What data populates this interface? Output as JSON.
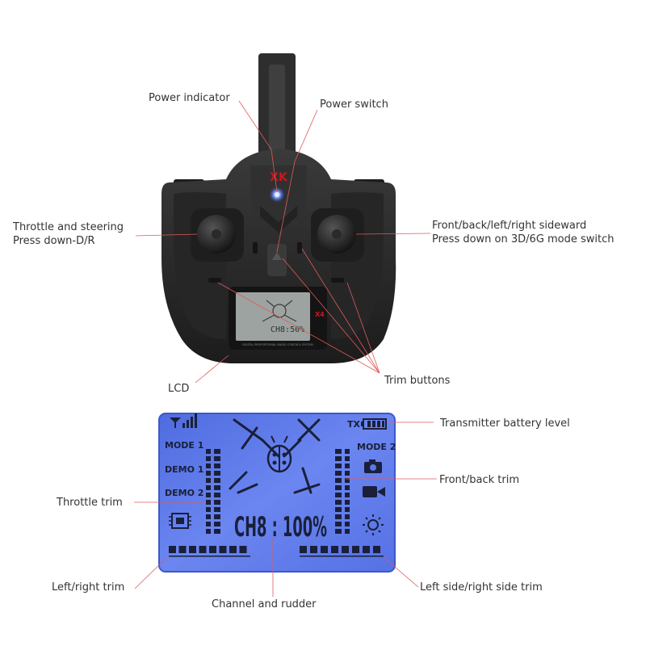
{
  "logo_text": "XK",
  "controller": {
    "screen_brand": "X4",
    "screen_caption": "DIGITAL PROPORTIONAL RADIO CONTROL SYSTEM"
  },
  "labels": {
    "power_indicator": "Power indicator",
    "power_switch": "Power switch",
    "throttle_line1": "Throttle and steering",
    "throttle_line2": "Press down-D/R",
    "front_line1": "Front/back/left/right sideward",
    "front_line2": "Press down on 3D/6G mode switch",
    "lcd": "LCD",
    "trim_buttons": "Trim buttons",
    "battery_level": "Transmitter battery level",
    "front_back_trim": "Front/back trim",
    "throttle_trim": "Throttle trim",
    "left_right_trim": "Left/right trim",
    "channel_rudder": "Channel and rudder",
    "side_trim": "Left side/right side trim"
  },
  "lcd": {
    "tx": "TX",
    "mode1": "MODE 1",
    "demo1": "DEMO 1",
    "demo2": "DEMO 2",
    "mode2": "MODE 2",
    "channel_readout": "CH8 : 100%"
  },
  "colors": {
    "lcd_background": "#5b78e8",
    "lcd_segments": "#1a1f3a",
    "leader_lines": "#e05a5a",
    "power_led": "#5a7dff",
    "controller_body": "#2b2b2b",
    "logo": "#d0141c"
  },
  "icons": [
    "signal-icon",
    "battery-icon",
    "camera-icon",
    "video-icon",
    "chip-icon",
    "light-icon",
    "ladybug-icon",
    "quadcopter-icon"
  ]
}
